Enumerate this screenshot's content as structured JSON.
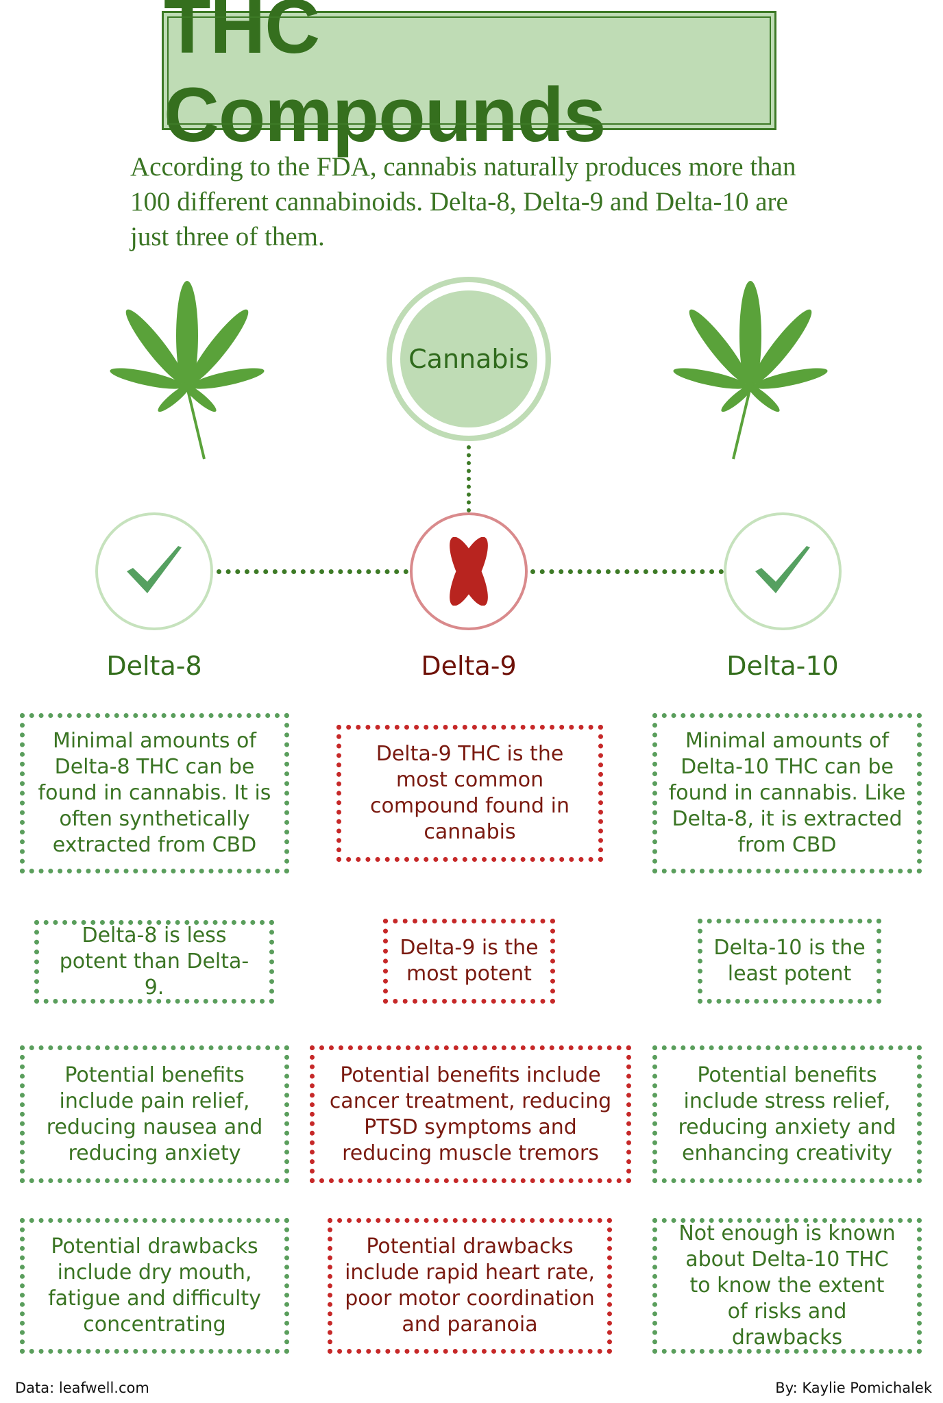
{
  "title": "THC Compounds",
  "intro": "According to the FDA, cannabis naturally produces more than 100 different cannabinoids. Delta-8, Delta-9 and Delta-10 are just three of them.",
  "center_label": "Cannabis",
  "colors": {
    "green": "#346e1d",
    "light_green": "#bfdcb5",
    "dot_green": "#5a9e5c",
    "red": "#c62828",
    "dark_red": "#6e1108"
  },
  "compounds": [
    {
      "name": "Delta-8",
      "status_icon": "check-icon",
      "boxes": [
        "Minimal amounts of Delta-8 THC can be found in cannabis. It is often synthetically extracted from CBD",
        "Delta-8 is less potent than Delta-9.",
        "Potential benefits include pain relief, reducing nausea and reducing anxiety",
        "Potential drawbacks include dry mouth, fatigue and difficulty concentrating"
      ]
    },
    {
      "name": "Delta-9",
      "status_icon": "x-icon",
      "boxes": [
        "Delta-9 THC is the most common compound found in cannabis",
        "Delta-9 is the most potent",
        "Potential benefits include cancer treatment, reducing PTSD symptoms and reducing muscle tremors",
        "Potential drawbacks include rapid heart rate, poor motor coordination and paranoia"
      ]
    },
    {
      "name": "Delta-10",
      "status_icon": "check-icon",
      "boxes": [
        "Minimal amounts of Delta-10 THC can be found in cannabis. Like Delta-8, it is extracted from CBD",
        "Delta-10 is the least potent",
        "Potential benefits include stress relief, reducing anxiety and enhancing creativity",
        "Not enough is known about Delta-10 THC to know the extent of risks and drawbacks"
      ]
    }
  ],
  "footer": {
    "source": "Data: leafwell.com",
    "author": "By: Kaylie Pomichalek"
  }
}
